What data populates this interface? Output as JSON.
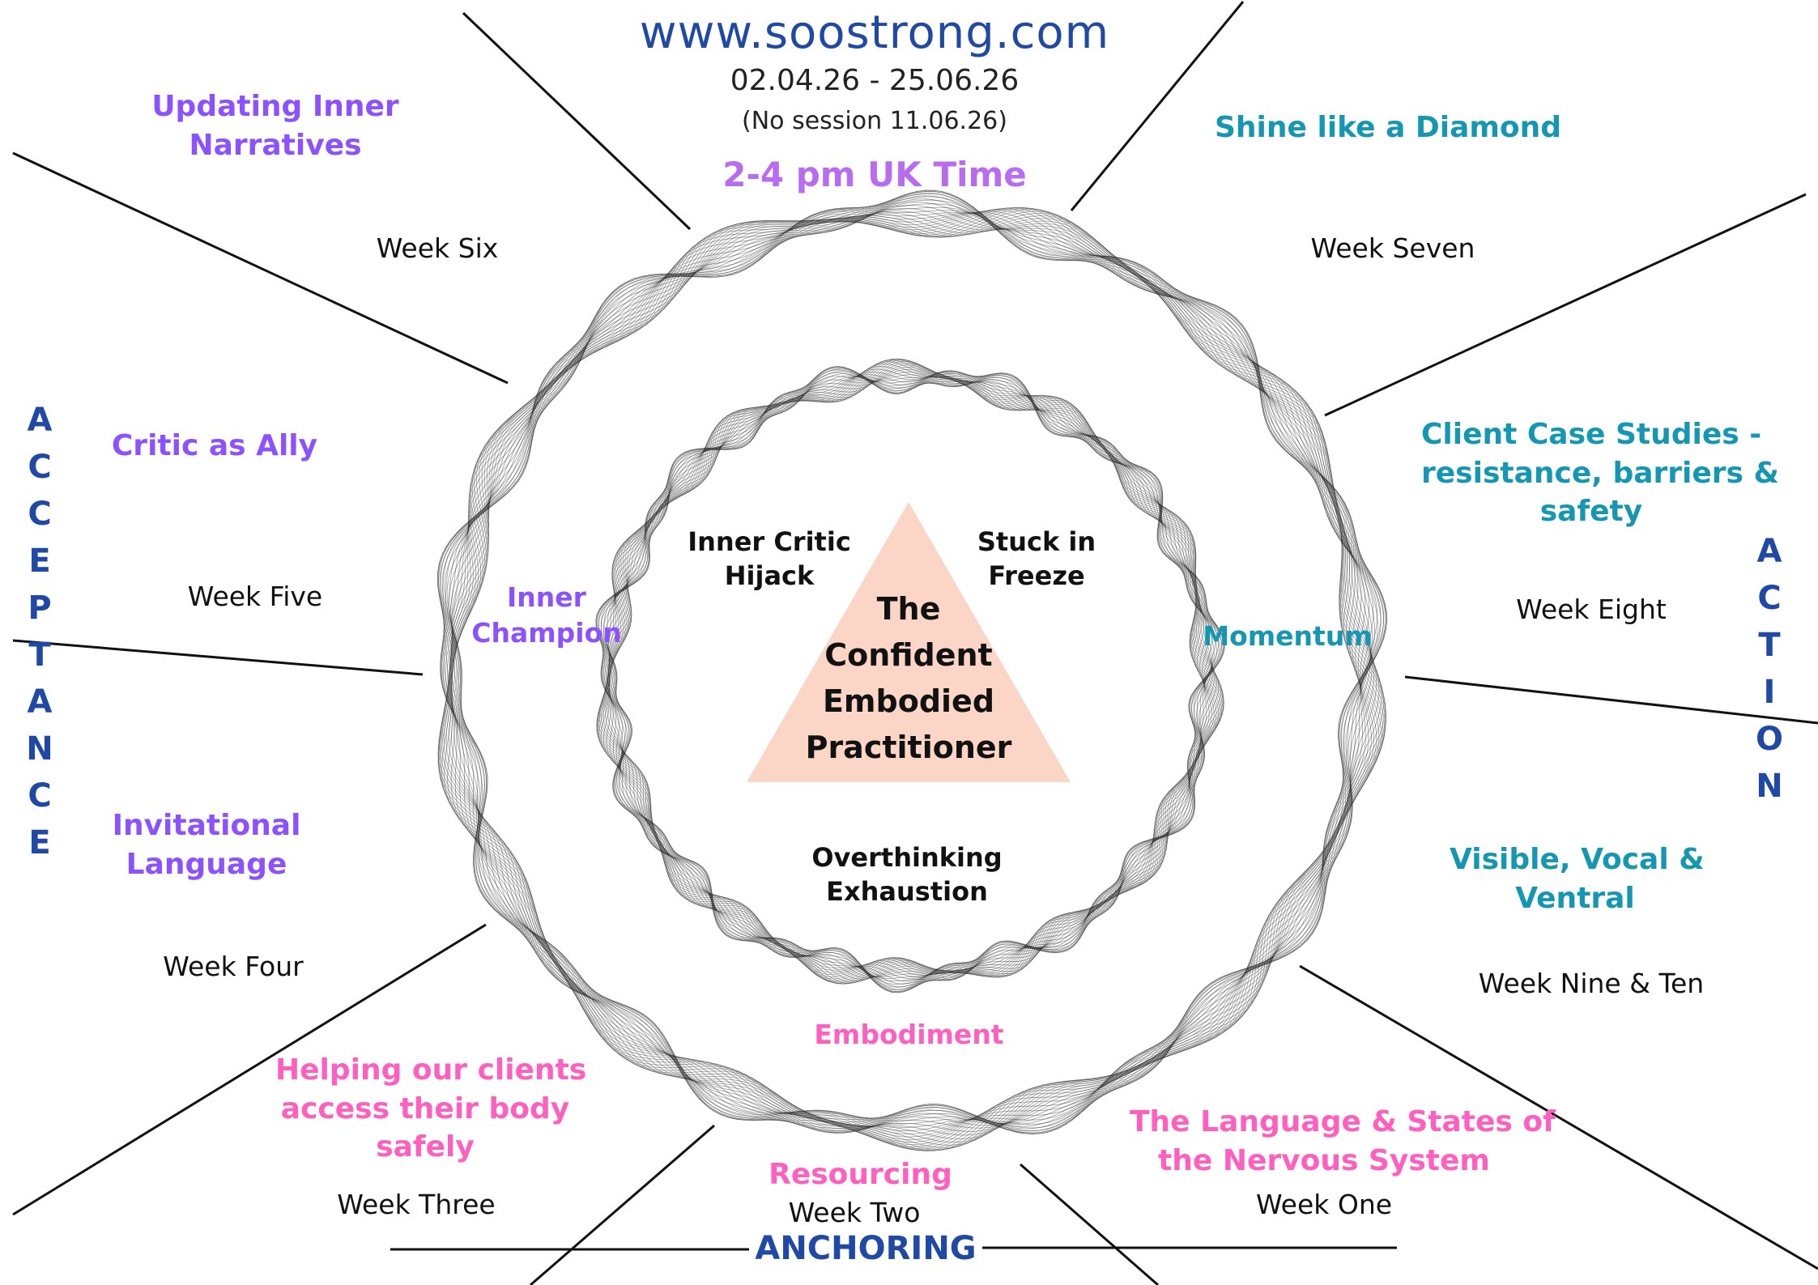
{
  "header": {
    "website": "www.soostrong.com",
    "dates": "02.04.26 - 25.06.26",
    "no_session": "(No session 11.06.26)",
    "time": "2-4 pm UK Time"
  },
  "center": {
    "title_lines": [
      "The",
      "Confident",
      "Embodied",
      "Practitioner"
    ],
    "corner_top_left": [
      "Inner Critic",
      "Hijack"
    ],
    "corner_top_right": [
      "Stuck in",
      "Freeze"
    ],
    "corner_bottom": [
      "Overthinking",
      "Exhaustion"
    ]
  },
  "ring_labels": {
    "left": [
      "Inner",
      "Champion"
    ],
    "right": "Momentum",
    "bottom": "Embodiment"
  },
  "phases": {
    "left": "ACCEPTANCE",
    "right": "ACTION",
    "bottom": "ANCHORING"
  },
  "sections": {
    "week_six": {
      "topic": [
        "Updating Inner",
        "Narratives"
      ],
      "week": "Week Six"
    },
    "week_five": {
      "topic": [
        "Critic as Ally"
      ],
      "week": "Week Five"
    },
    "week_four": {
      "topic": [
        "Invitational",
        "Language"
      ],
      "week": "Week Four"
    },
    "week_three": {
      "topic": [
        "Helping our  clients",
        "access their body",
        "safely"
      ],
      "week": "Week Three"
    },
    "week_two": {
      "topic": [
        "Resourcing"
      ],
      "week": "Week Two"
    },
    "week_one": {
      "topic": [
        "The Language & States of",
        "the Nervous System"
      ],
      "week": "Week One"
    },
    "week_seven": {
      "topic": [
        "Shine like a Diamond"
      ],
      "week": "Week Seven"
    },
    "week_eight": {
      "topic": [
        "Client Case Studies -",
        "resistance, barriers &",
        "safety"
      ],
      "week": "Week Eight"
    },
    "week_nine_ten": {
      "topic": [
        "Visible, Vocal &",
        "Ventral"
      ],
      "week": "Week Nine & Ten"
    }
  },
  "colors": {
    "acceptance": "#8c52ff",
    "action": "#1597b4",
    "anchoring": "#ff5fbe",
    "phase_label": "#1f49a5",
    "triangle": "#fbd6c6",
    "time": "#b86cf0"
  }
}
